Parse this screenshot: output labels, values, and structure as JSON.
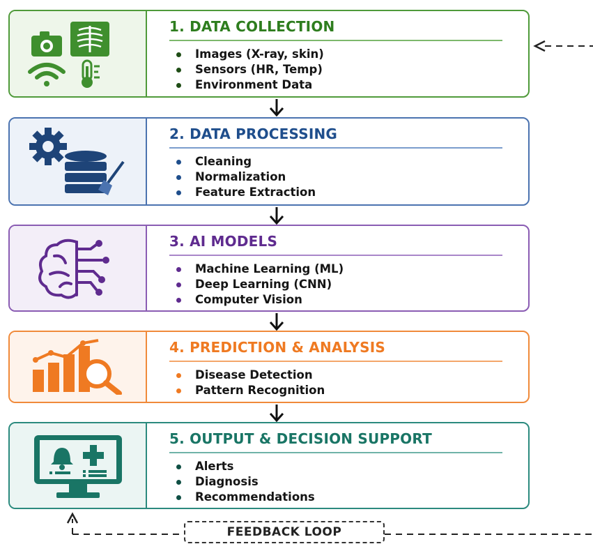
{
  "stages": [
    {
      "title": "1. DATA COLLECTION",
      "icon": "camera-xray-wifi-thermometer-icon",
      "color": "#4f9a3a",
      "items": [
        "Images (X-ray, skin)",
        "Sensors (HR, Temp)",
        "Environment Data"
      ]
    },
    {
      "title": "2. DATA PROCESSING",
      "icon": "gear-database-broom-icon",
      "color": "#4b73b0",
      "items": [
        "Cleaning",
        "Normalization",
        "Feature Extraction"
      ]
    },
    {
      "title": "3. AI MODELS",
      "icon": "brain-circuit-icon",
      "color": "#8a5cb3",
      "items": [
        "Machine Learning (ML)",
        "Deep Learning (CNN)",
        "Computer Vision"
      ]
    },
    {
      "title": "4. PREDICTION & ANALYSIS",
      "icon": "bar-chart-magnifier-icon",
      "color": "#f08a3a",
      "items": [
        "Disease Detection",
        "Pattern Recognition"
      ]
    },
    {
      "title": "5. OUTPUT & DECISION SUPPORT",
      "icon": "monitor-alert-medical-icon",
      "color": "#2b8a7e",
      "items": [
        "Alerts",
        "Diagnosis",
        "Recommendations"
      ]
    }
  ],
  "feedback": {
    "label": "FEEDBACK LOOP"
  }
}
